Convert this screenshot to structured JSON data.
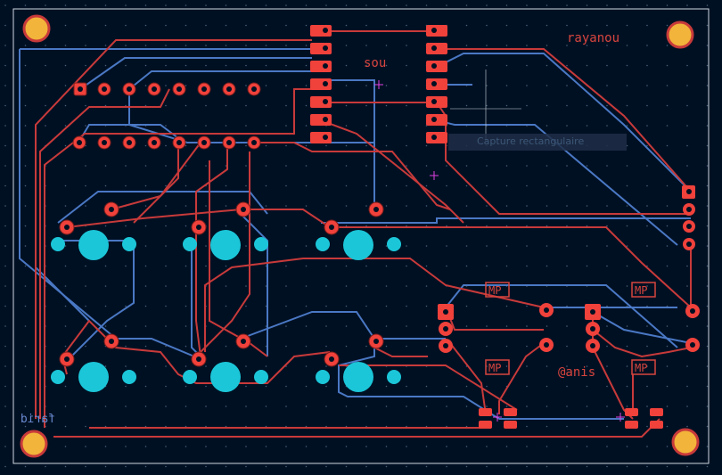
{
  "board": {
    "labels": {
      "top_right": "rayanou",
      "top_center": "sou",
      "bottom_right": "@anis",
      "bottom_left": "farid"
    },
    "mp_labels": [
      "MP",
      "MP",
      "MP",
      "MP"
    ],
    "tooltip": "Capture rectangulaire"
  },
  "colors": {
    "background": "#001023",
    "front_copper": "#c83a3a",
    "back_copper": "#4a78c4",
    "pad": "#f0413b",
    "hole": "#1bc6d8",
    "mount": "#f2b43a",
    "edge": "#cfd8e0"
  }
}
